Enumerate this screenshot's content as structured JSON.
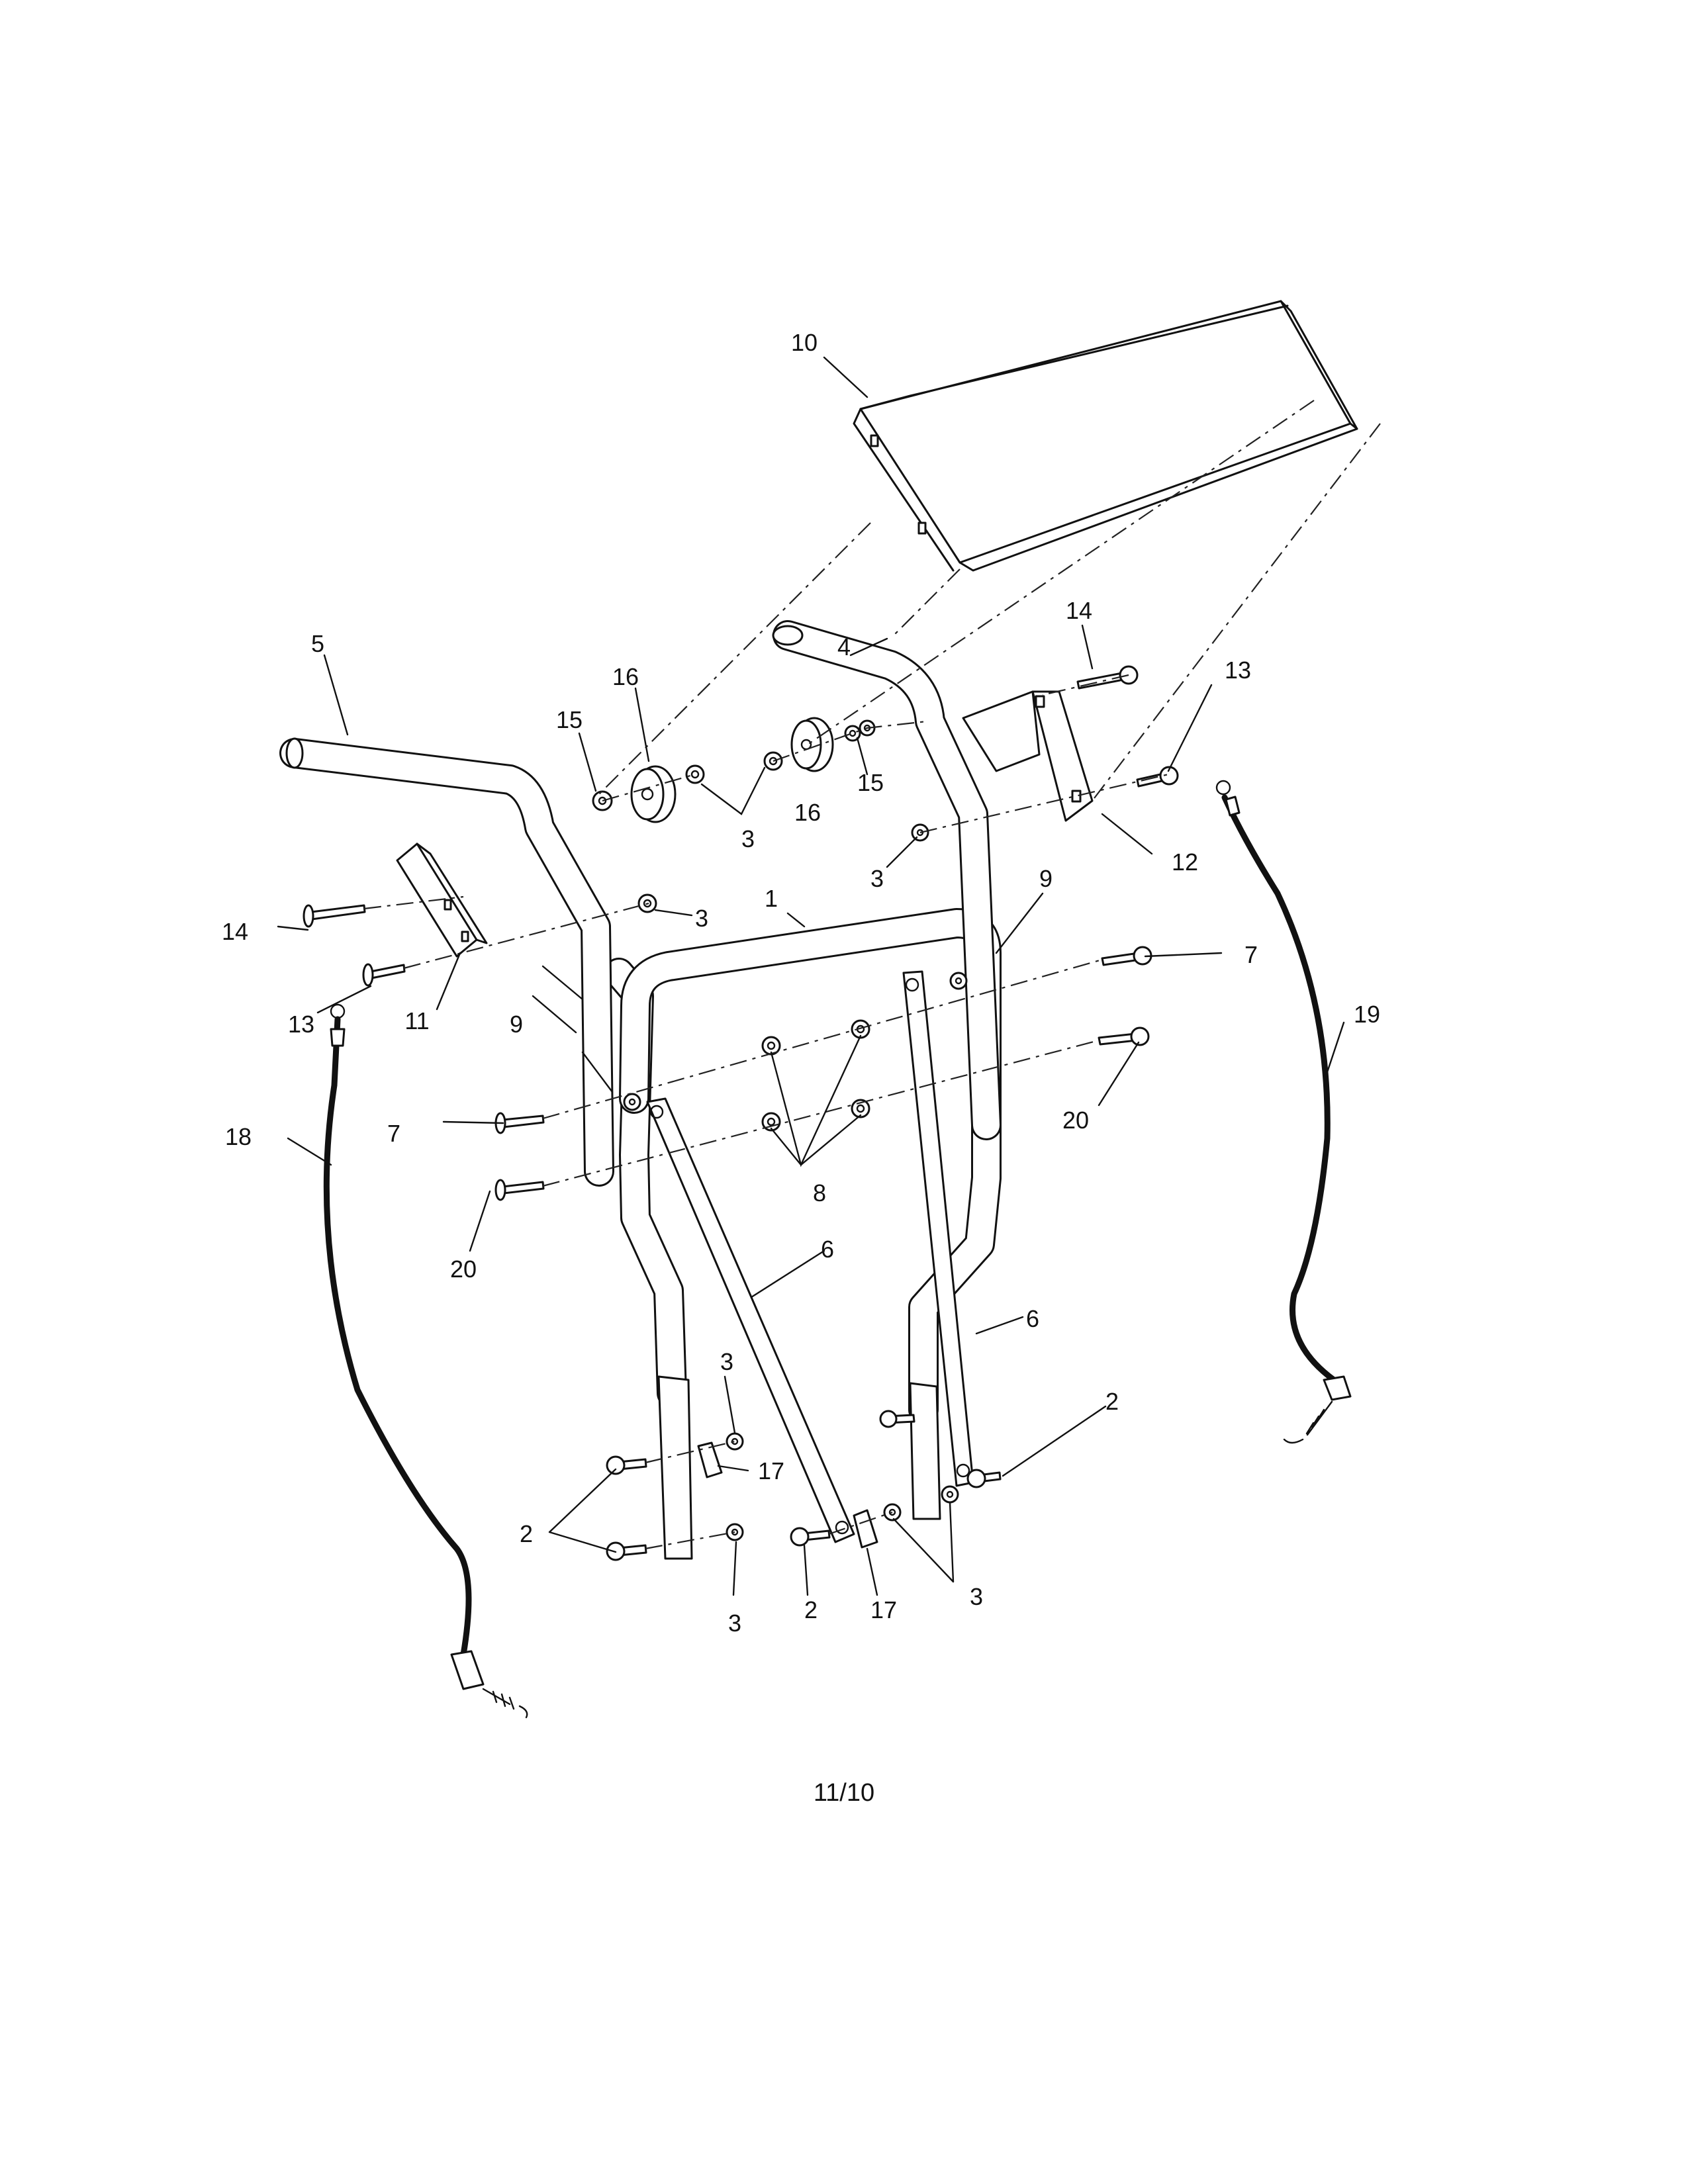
{
  "diagram": {
    "callouts": {
      "c1": "1",
      "c2a": "2",
      "c2b": "2",
      "c2c": "2",
      "c3a": "3",
      "c3b": "3",
      "c3c": "3",
      "c3d": "3",
      "c3e": "3",
      "c3f": "3",
      "c4": "4",
      "c5": "5",
      "c6a": "6",
      "c6b": "6",
      "c7a": "7",
      "c7b": "7",
      "c8": "8",
      "c9a": "9",
      "c9b": "9",
      "c10": "10",
      "c11": "11",
      "c12": "12",
      "c13a": "13",
      "c13b": "13",
      "c14a": "14",
      "c14b": "14",
      "c15a": "15",
      "c15b": "15",
      "c16a": "16",
      "c16b": "16",
      "c17a": "17",
      "c17b": "17",
      "c18": "18",
      "c19": "19",
      "c20a": "20",
      "c20b": "20"
    }
  },
  "footer": {
    "date_code": "11/10"
  }
}
